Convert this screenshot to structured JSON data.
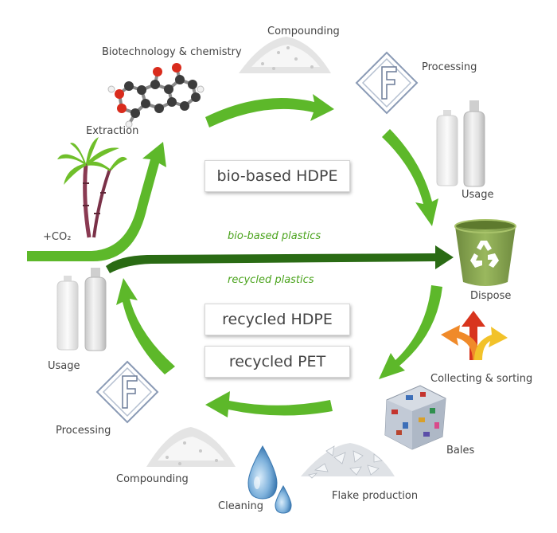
{
  "colors": {
    "arrow_light": "#5db82a",
    "arrow_dark": "#2a6b14",
    "label_green": "#4aa31c",
    "text": "#444444"
  },
  "icons": [
    "molecule-icon",
    "powder-pile-icon",
    "processing-f-logo-icon",
    "bottle-icon",
    "sugarcane-icon",
    "recycling-bin-icon",
    "sorting-arrows-icon",
    "bales-icon",
    "flakes-icon",
    "water-drop-icon"
  ],
  "labels": {
    "compounding_top": "Compounding",
    "biotech": "Biotechnology & chemistry",
    "processing_top": "Processing",
    "extraction": "Extraction",
    "usage_right": "Usage",
    "co2": "+CO₂",
    "dispose": "Dispose",
    "usage_left": "Usage",
    "collecting": "Collecting & sorting",
    "processing_bottom": "Processing",
    "bales": "Bales",
    "compounding_bottom": "Compounding",
    "cleaning": "Cleaning",
    "flake": "Flake production"
  },
  "flows": {
    "bio": "bio-based plastics",
    "recycled": "recycled plastics"
  },
  "boxes": {
    "bio_hdpe": "bio-based HDPE",
    "recycled_hdpe": "recycled HDPE",
    "recycled_pet": "recycled PET"
  }
}
